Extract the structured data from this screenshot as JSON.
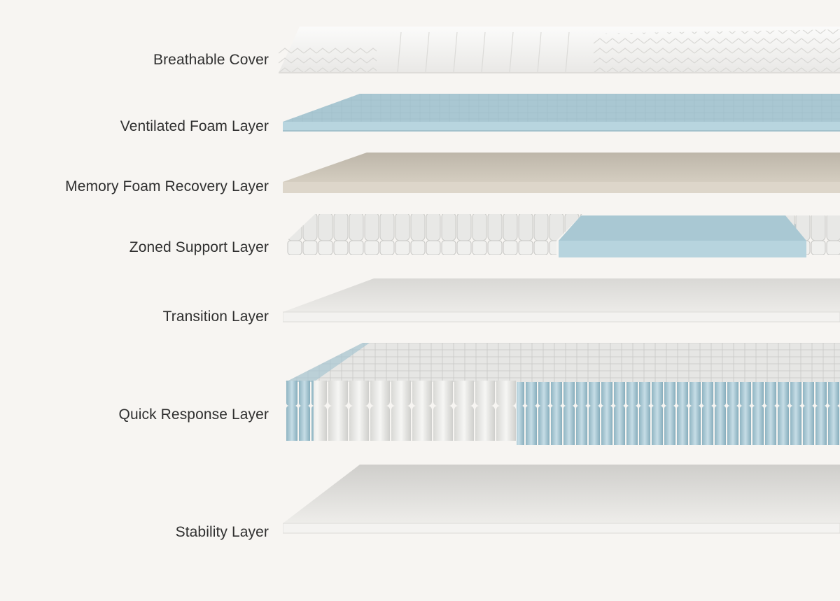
{
  "layers": [
    {
      "label": "Breathable Cover",
      "color": "#f1f0ee"
    },
    {
      "label": "Ventilated Foam Layer",
      "color": "#b6d2dc"
    },
    {
      "label": "Memory Foam Recovery Layer",
      "color": "#d8d2c6"
    },
    {
      "label": "Zoned Support Layer",
      "color": "#e6e6e4"
    },
    {
      "label": "Transition Layer",
      "color": "#eeedeb"
    },
    {
      "label": "Quick Response Layer",
      "color": "#b8d3de"
    },
    {
      "label": "Stability Layer",
      "color": "#ecebe9"
    }
  ]
}
